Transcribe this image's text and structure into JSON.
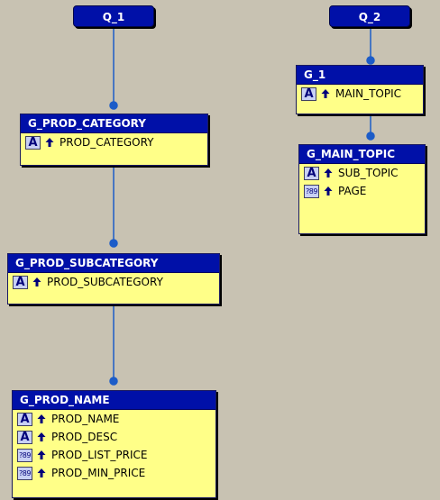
{
  "queries": [
    {
      "id": "q1",
      "label": "Q_1"
    },
    {
      "id": "q2",
      "label": "Q_2"
    }
  ],
  "groups": [
    {
      "id": "g_prod_category",
      "title": "G_PROD_CATEGORY",
      "columns": [
        {
          "type": "char",
          "type_glyph": "A",
          "name": "PROD_CATEGORY"
        }
      ]
    },
    {
      "id": "g_prod_subcategory",
      "title": "G_PROD_SUBCATEGORY",
      "columns": [
        {
          "type": "char",
          "type_glyph": "A",
          "name": "PROD_SUBCATEGORY"
        }
      ]
    },
    {
      "id": "g_prod_name",
      "title": "G_PROD_NAME",
      "columns": [
        {
          "type": "char",
          "type_glyph": "A",
          "name": "PROD_NAME"
        },
        {
          "type": "char",
          "type_glyph": "A",
          "name": "PROD_DESC"
        },
        {
          "type": "number",
          "type_glyph": "?89",
          "name": "PROD_LIST_PRICE"
        },
        {
          "type": "number",
          "type_glyph": "?89",
          "name": "PROD_MIN_PRICE"
        }
      ]
    },
    {
      "id": "g_1",
      "title": "G_1",
      "columns": [
        {
          "type": "char",
          "type_glyph": "A",
          "name": "MAIN_TOPIC"
        }
      ]
    },
    {
      "id": "g_main_topic",
      "title": "G_MAIN_TOPIC",
      "columns": [
        {
          "type": "char",
          "type_glyph": "A",
          "name": "SUB_TOPIC"
        },
        {
          "type": "number",
          "type_glyph": "?89",
          "name": "PAGE"
        }
      ]
    }
  ],
  "colors": {
    "background": "#c8c2b2",
    "header_blue": "#0010a8",
    "group_body": "#ffff88",
    "connector": "#1c5cc8"
  }
}
